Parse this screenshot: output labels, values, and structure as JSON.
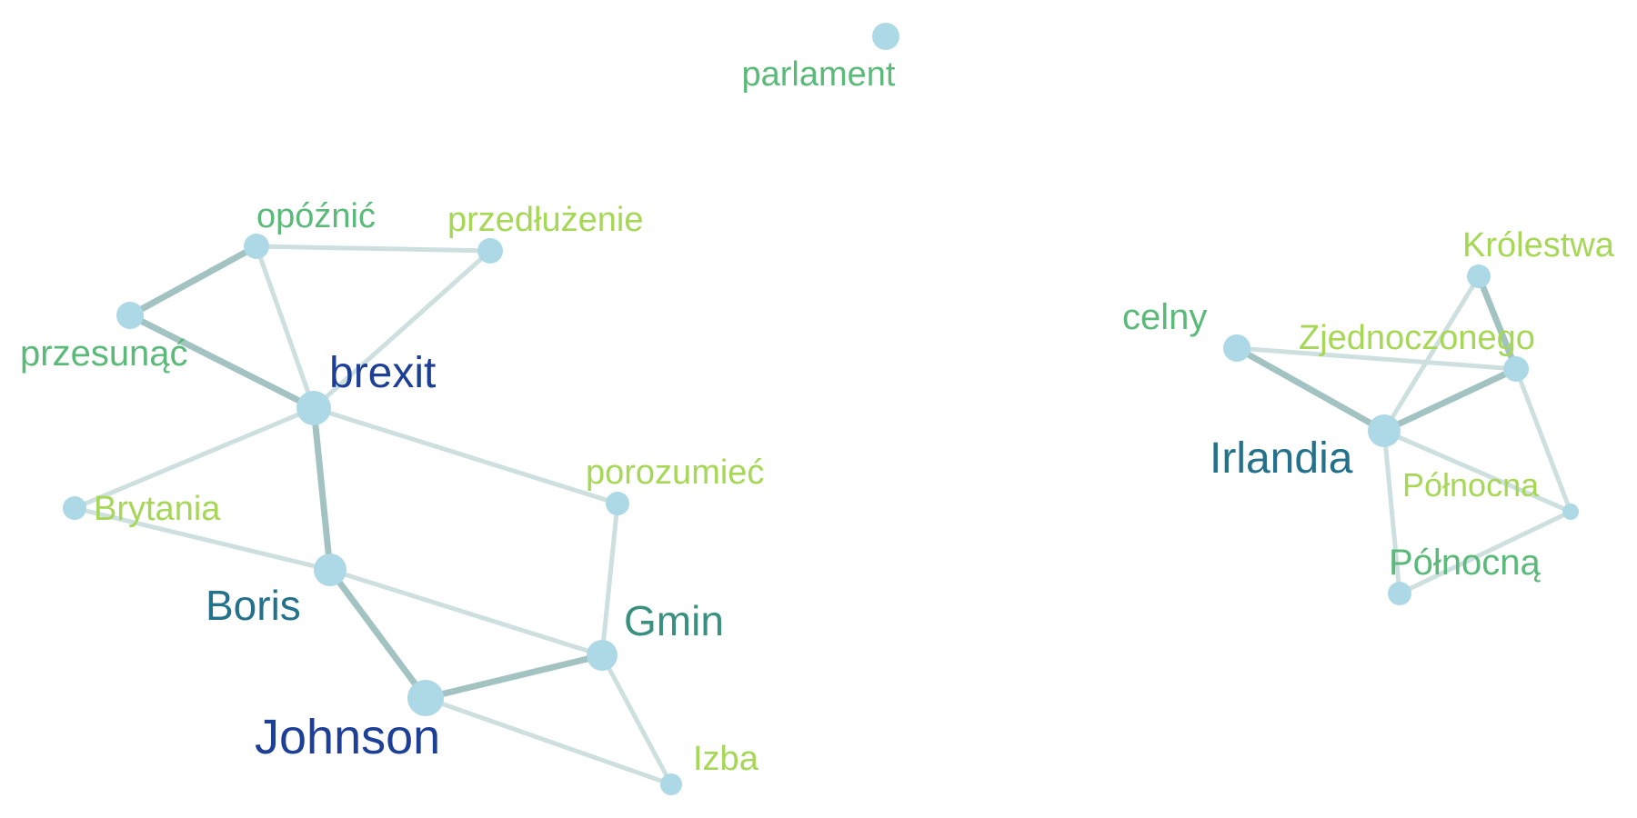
{
  "graph": {
    "nodes": [
      {
        "id": "parlament",
        "label": "parlament",
        "color": "#5bb97a"
      },
      {
        "id": "opoznic",
        "label": "opóźnić",
        "color": "#5bb97a"
      },
      {
        "id": "przedluzenie",
        "label": "przedłużenie",
        "color": "#a6d756"
      },
      {
        "id": "przesunac",
        "label": "przesunąć",
        "color": "#5bb97a"
      },
      {
        "id": "brexit",
        "label": "brexit",
        "color": "#1d3f96"
      },
      {
        "id": "brytania",
        "label": "Brytania",
        "color": "#a6d756"
      },
      {
        "id": "porozumiec",
        "label": "porozumieć",
        "color": "#a6d756"
      },
      {
        "id": "boris",
        "label": "Boris",
        "color": "#23718a"
      },
      {
        "id": "gmin",
        "label": "Gmin",
        "color": "#3a9080"
      },
      {
        "id": "johnson",
        "label": "Johnson",
        "color": "#1d3f96"
      },
      {
        "id": "izba",
        "label": "Izba",
        "color": "#a6d756"
      },
      {
        "id": "krolestwa",
        "label": "Królestwa",
        "color": "#a6d756"
      },
      {
        "id": "celny",
        "label": "celny",
        "color": "#5bb97a"
      },
      {
        "id": "zjednoczonego",
        "label": "Zjednoczonego",
        "color": "#a6d756"
      },
      {
        "id": "irlandia",
        "label": "Irlandia",
        "color": "#23718a"
      },
      {
        "id": "polnocna",
        "label": "Północna",
        "color": "#a6d756"
      },
      {
        "id": "polnocna2",
        "label": "Północną",
        "color": "#5bb97a"
      }
    ],
    "edges": [
      {
        "source": "opoznic",
        "target": "przedluzenie",
        "weight": 1
      },
      {
        "source": "opoznic",
        "target": "przesunac",
        "weight": 3
      },
      {
        "source": "opoznic",
        "target": "brexit",
        "weight": 1
      },
      {
        "source": "przedluzenie",
        "target": "brexit",
        "weight": 1
      },
      {
        "source": "przesunac",
        "target": "brexit",
        "weight": 3
      },
      {
        "source": "brexit",
        "target": "brytania",
        "weight": 1
      },
      {
        "source": "brexit",
        "target": "porozumiec",
        "weight": 1
      },
      {
        "source": "brexit",
        "target": "boris",
        "weight": 3
      },
      {
        "source": "brytania",
        "target": "boris",
        "weight": 1
      },
      {
        "source": "boris",
        "target": "gmin",
        "weight": 1
      },
      {
        "source": "boris",
        "target": "johnson",
        "weight": 3
      },
      {
        "source": "porozumiec",
        "target": "gmin",
        "weight": 1
      },
      {
        "source": "johnson",
        "target": "gmin",
        "weight": 3
      },
      {
        "source": "johnson",
        "target": "izba",
        "weight": 1
      },
      {
        "source": "gmin",
        "target": "izba",
        "weight": 1
      },
      {
        "source": "celny",
        "target": "zjednoczonego",
        "weight": 1
      },
      {
        "source": "celny",
        "target": "irlandia",
        "weight": 3
      },
      {
        "source": "krolestwa",
        "target": "zjednoczonego",
        "weight": 3
      },
      {
        "source": "krolestwa",
        "target": "irlandia",
        "weight": 1
      },
      {
        "source": "zjednoczonego",
        "target": "irlandia",
        "weight": 3
      },
      {
        "source": "zjednoczonego",
        "target": "polnocna",
        "weight": 1
      },
      {
        "source": "irlandia",
        "target": "polnocna",
        "weight": 1
      },
      {
        "source": "irlandia",
        "target": "polnocna2",
        "weight": 1
      },
      {
        "source": "polnocna",
        "target": "polnocna2",
        "weight": 1
      }
    ]
  },
  "colors": {
    "node_fill": "#add8e6",
    "edge_weak": "#cddfdf",
    "edge_strong": "#a3c3c3"
  }
}
